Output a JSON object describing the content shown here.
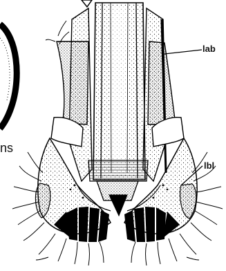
{
  "figure": {
    "labels": {
      "lab": "lab",
      "lbl": "lbl",
      "ns": "ns"
    },
    "colors": {
      "ink": "#111111",
      "background": "#ffffff",
      "stipple": "#2a2a2a"
    }
  }
}
